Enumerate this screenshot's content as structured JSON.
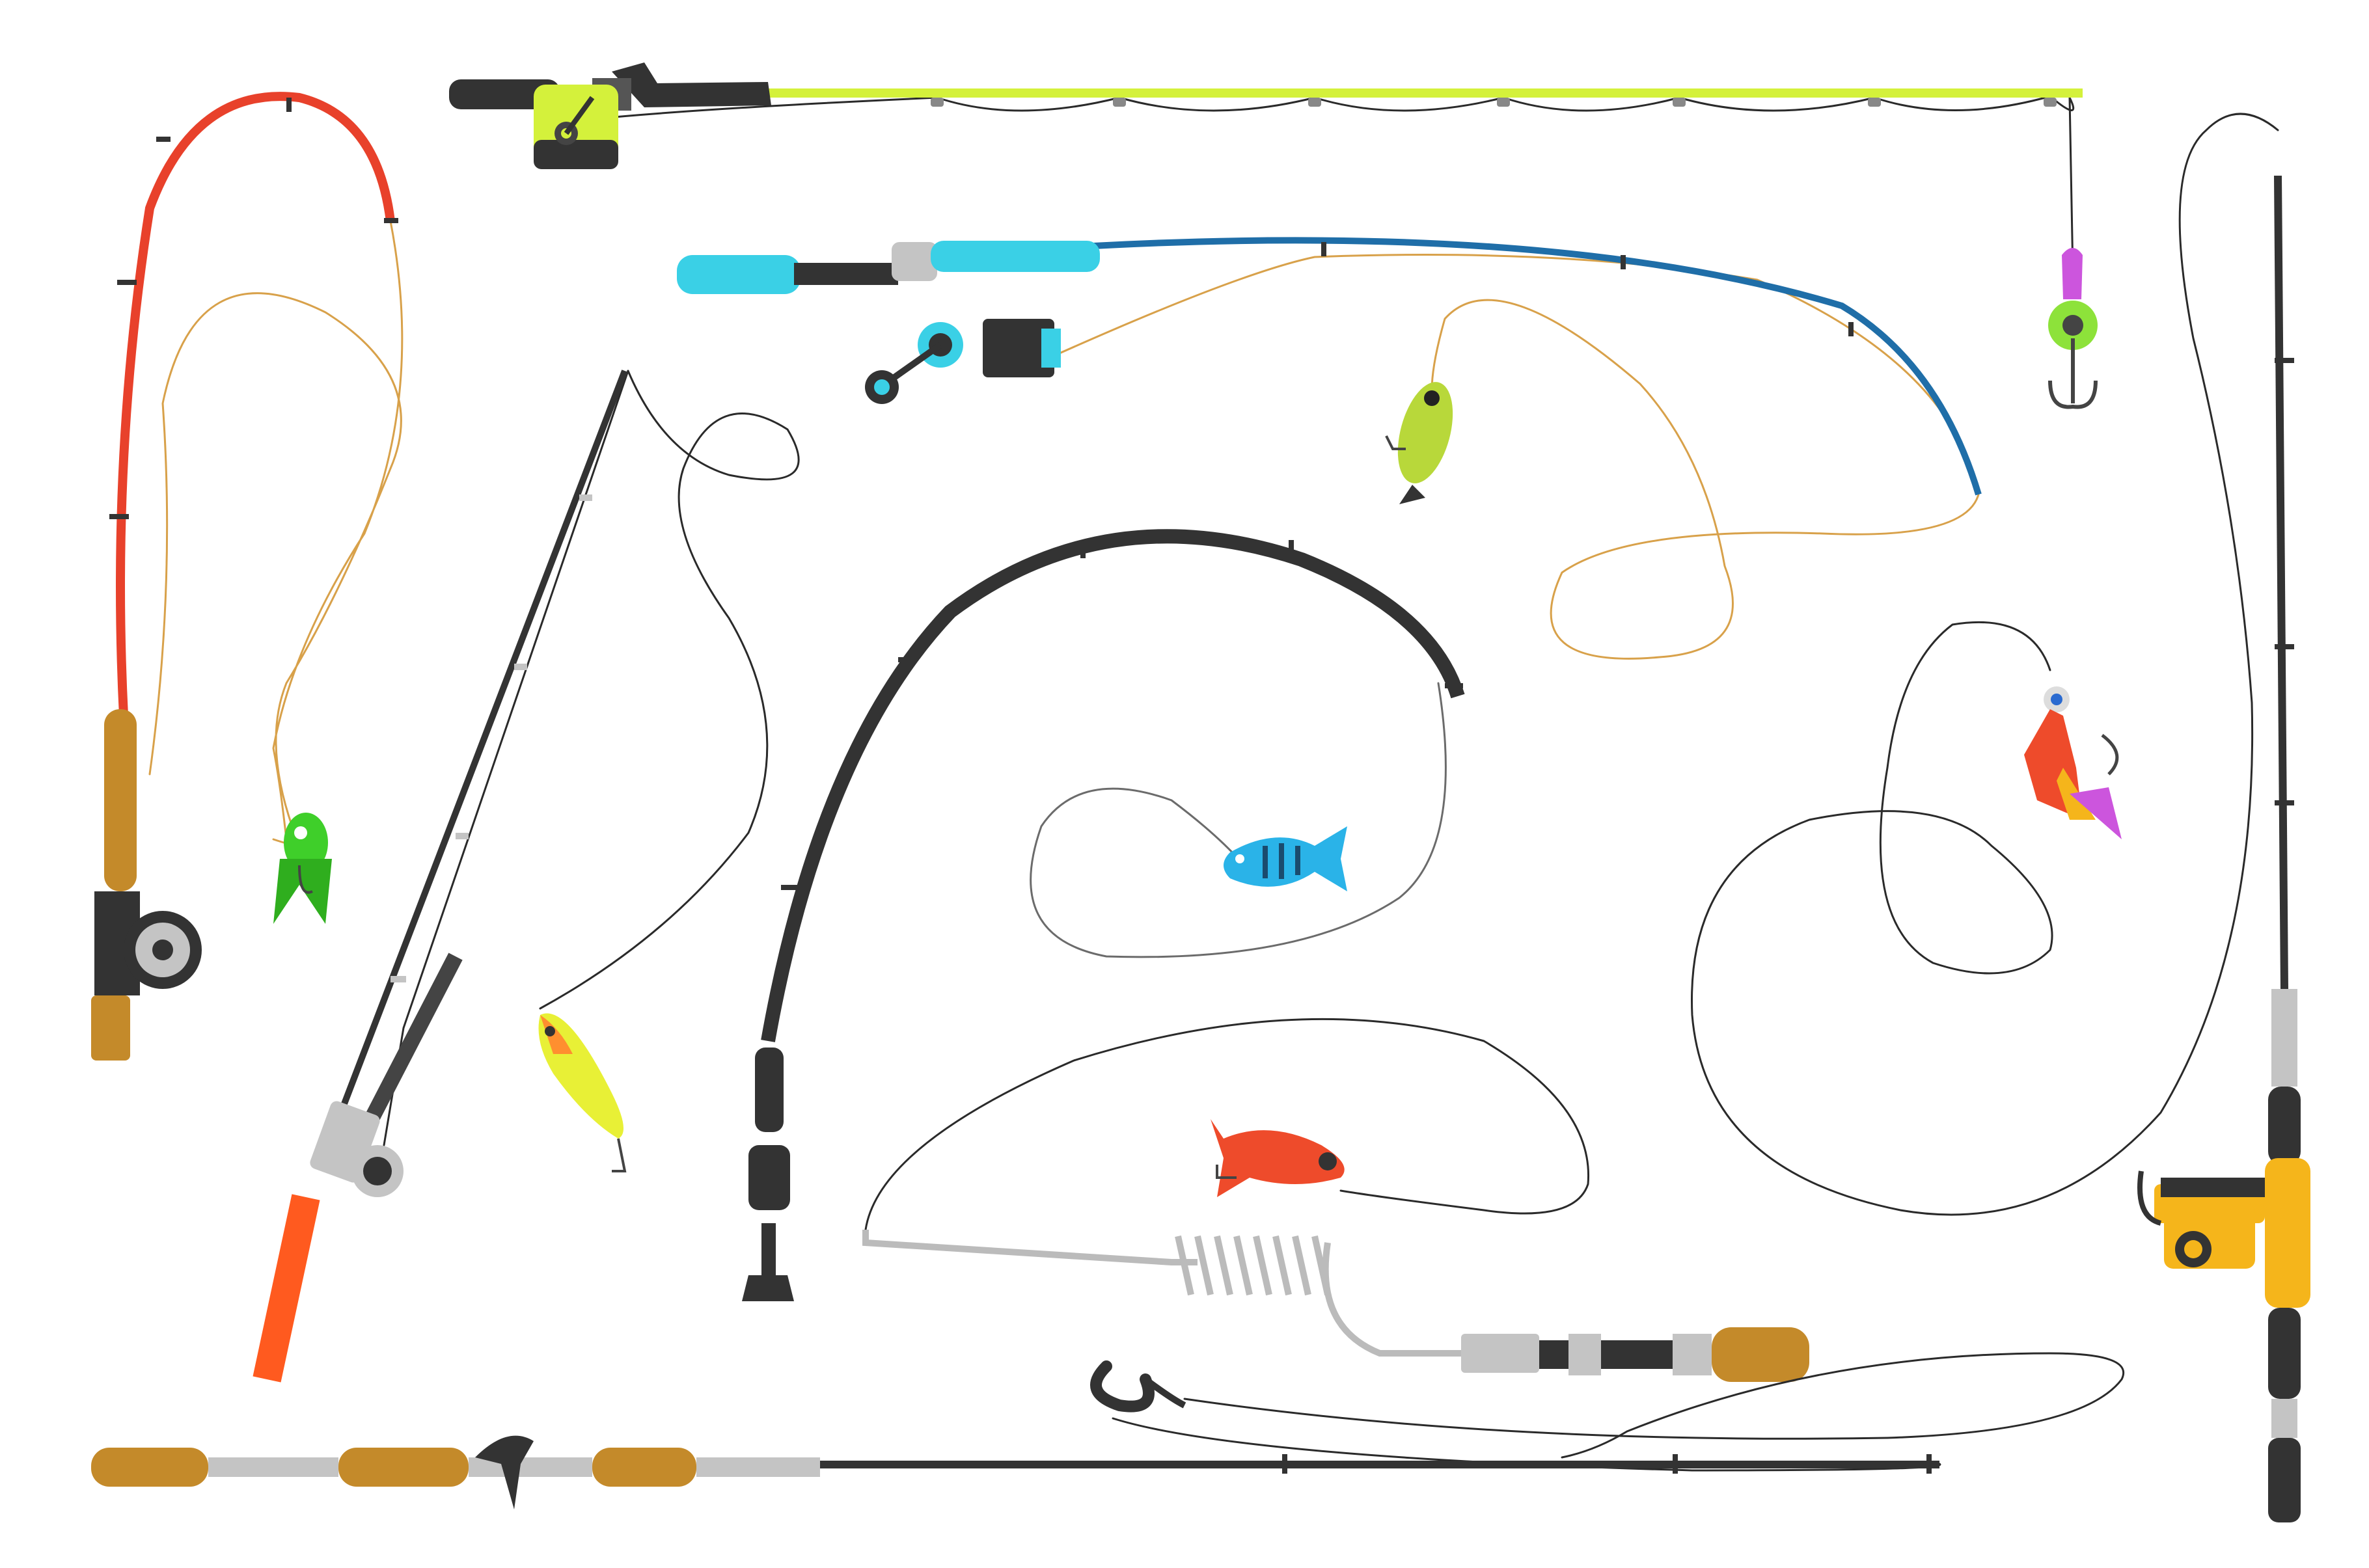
{
  "scene": {
    "background": "#ffffff",
    "palette": {
      "rod_dark": "#333333",
      "rod_red": "#e8412b",
      "rod_blue": "#1f6ea8",
      "rod_lime": "#d4f13b",
      "cork": "#c48a2a",
      "grip_cyan": "#3ad0e6",
      "reel_yellow": "#f5b51b",
      "handle_orange": "#ff5a1f",
      "lure_green": "#3fcf2a",
      "lure_pink": "#cc55dd",
      "fish_blue": "#2ab3e8",
      "fish_red": "#ee4b2b"
    },
    "items": [
      {
        "name": "lime-rod-with-spincast-reel",
        "lure": "purple-spinner-with-treble-hook"
      },
      {
        "name": "cyan-spinning-rod-with-reel",
        "lure": "green-popper-lure"
      },
      {
        "name": "red-fly-rod-with-fly-reel",
        "lure": "green-frog-lure"
      },
      {
        "name": "telescopic-rod-with-orange-handle",
        "lure": "yellow-minnow-lure"
      },
      {
        "name": "bent-black-rod",
        "lure": "blue-fish-lure"
      },
      {
        "name": "spring-wire-rod-with-cork-butt",
        "lure": "red-fish-lure"
      },
      {
        "name": "long-cork-casting-rod",
        "lure": "black-worm-lure"
      },
      {
        "name": "vertical-rod-with-yellow-reel",
        "lure": "feathered-jig-lure"
      }
    ]
  }
}
